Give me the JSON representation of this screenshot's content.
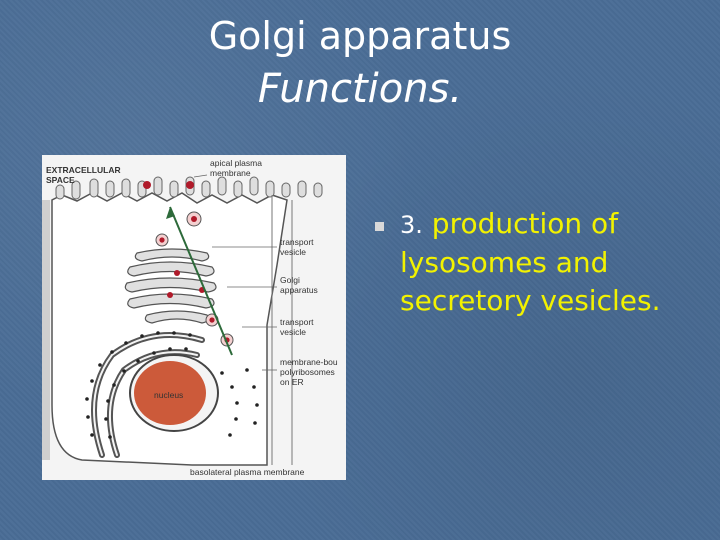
{
  "slide": {
    "title_line1": "Golgi apparatus",
    "title_line2": "Functions.",
    "bullet_number": "3.",
    "bullet_text": " production of lysosomes and secretory vesicles."
  },
  "figure": {
    "labels": {
      "extracellular": "EXTRACELLULAR",
      "space": "SPACE",
      "apical1": "apical plasma",
      "apical2": "membrane",
      "transport1_a": "transport",
      "transport1_b": "vesicle",
      "golgi_a": "Golgi",
      "golgi_b": "apparatus",
      "transport2_a": "transport",
      "transport2_b": "vesicle",
      "membrane_a": "membrane-bou",
      "membrane_b": "polyribosomes",
      "membrane_c": "on ER",
      "nucleus": "nucleus",
      "basolateral": "basolateral plasma membrane"
    }
  },
  "colors": {
    "background": "#4a6d96",
    "title": "#ffffff",
    "bullet_text": "#f2f200",
    "nucleus": "#cc5a3a",
    "vesicle_red": "#b01a2a",
    "arrow": "#2d6a3a"
  }
}
